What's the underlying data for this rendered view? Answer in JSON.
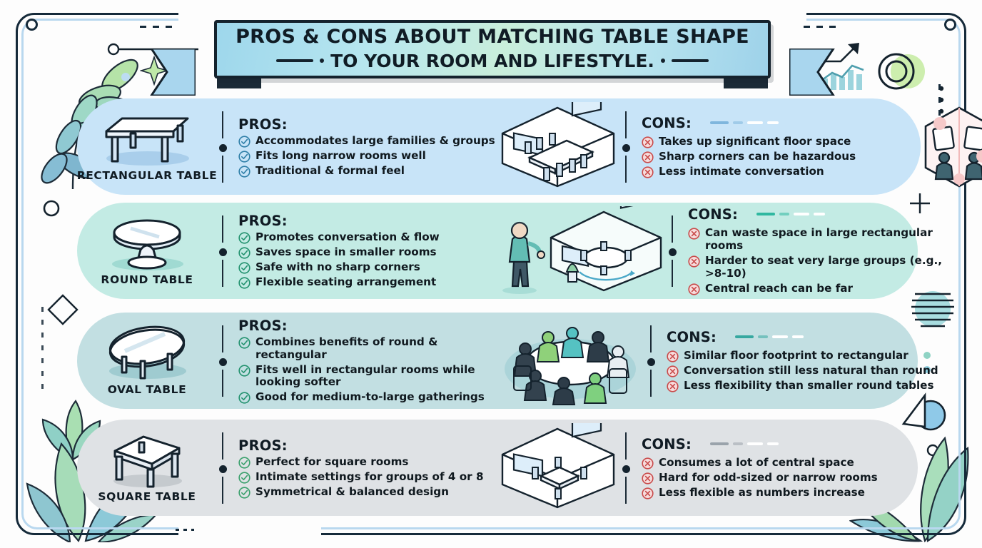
{
  "banner": {
    "line1": "PROS & CONS ABOUT MATCHING TABLE SHAPE",
    "line2": "TO YOUR ROOM AND LIFESTYLE.",
    "accent_gradient_from": "#9ed7ec",
    "accent_gradient_to": "#9ed2ea",
    "border_color": "#14222d"
  },
  "labels": {
    "pros_heading": "PROS:",
    "cons_heading": "CONS:",
    "check_icon": "check-circle-icon",
    "cross_icon": "cross-circle-icon"
  },
  "rows": [
    {
      "name": "RECTANGULAR TABLE",
      "band_color": "#c8e4f8",
      "icon": "rectangular-table-icon",
      "check_color": "#2f7fa8",
      "cross_color": "#c94b4b",
      "dash_color": "#7fb6dd",
      "pros": [
        "Accommodates large families & groups",
        "Fits long narrow rooms well",
        "Traditional & formal feel"
      ],
      "cons": [
        "Takes up significant floor space",
        "Sharp corners can be hazardous",
        "Less intimate conversation"
      ],
      "mid_art": "isometric-room-rectangular-table",
      "right_art": "hexagon-two-people-far-apart"
    },
    {
      "name": "ROUND TABLE",
      "band_color": "#c3ebe4",
      "icon": "round-table-icon",
      "check_color": "#23926f",
      "cross_color": "#c94b4b",
      "dash_color": "#2fb8a0",
      "pros": [
        "Promotes conversation & flow",
        "Saves space in smaller rooms",
        "Safe with no sharp corners",
        "Flexible seating arrangement"
      ],
      "cons": [
        "Can waste space in large rectangular rooms",
        "Harder to seat very large groups (e.g., >8-10)",
        "Central reach can be far"
      ],
      "mid_art": "isometric-room-round-table-with-presenter",
      "right_art": ""
    },
    {
      "name": "OVAL TABLE",
      "band_color": "#c2dfe2",
      "icon": "oval-table-icon",
      "check_color": "#23926f",
      "cross_color": "#c94b4b",
      "dash_color": "#36a8a0",
      "pros": [
        "Combines benefits of round & rectangular",
        "Fits well in rectangular rooms while looking softer",
        "Good for medium-to-large gatherings"
      ],
      "cons": [
        "Similar floor footprint to rectangular",
        "Conversation still less natural than round",
        "Less flexibility than smaller round tables"
      ],
      "mid_art": "group-seated-around-oval-table",
      "right_art": ""
    },
    {
      "name": "SQUARE TABLE",
      "band_color": "#dfe2e5",
      "icon": "square-table-icon",
      "check_color": "#3aa06c",
      "cross_color": "#c94b4b",
      "dash_color": "#9aa3ab",
      "pros": [
        "Perfect for square rooms",
        "Intimate settings for groups of 4 or 8",
        "Symmetrical & balanced design"
      ],
      "cons": [
        "Consumes a lot of central space",
        "Hard for odd-sized or narrow rooms",
        "Less flexible as numbers increase"
      ],
      "mid_art": "isometric-room-square-table",
      "right_art": ""
    }
  ],
  "decorations": {
    "top_left": "leaf-branch-icon",
    "top_left_sparkle": "sparkle-icon",
    "top_right_arrow": "growth-arrow-icon",
    "top_right_chart": "bar-chart-icon",
    "top_right_ring": "ring-icon",
    "right_stripes": "striped-circle-icon",
    "right_triangle_circle": "triangle-circle-icon",
    "bottom_left_leaves": "leaf-cluster-icon",
    "bottom_right_leaves": "palm-leaves-icon",
    "left_diamond": "diamond-outline-icon",
    "left_circle": "small-circle-icon",
    "right_plus": "plus-icon"
  }
}
